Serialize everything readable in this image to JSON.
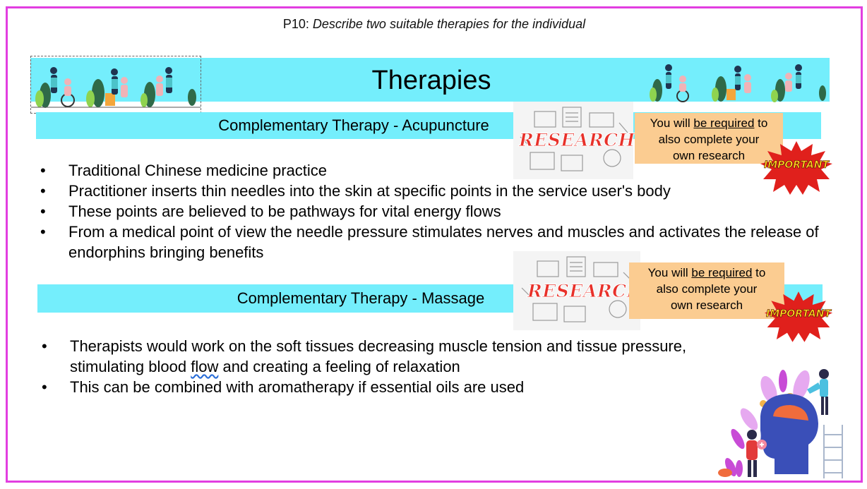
{
  "header": {
    "prefix": "P10: ",
    "question": "Describe two suitable therapies for the individual"
  },
  "title": "Therapies",
  "acupuncture": {
    "heading": "Complementary Therapy - Acupuncture",
    "bullets": [
      "Traditional Chinese medicine practice",
      "Practitioner inserts thin needles into the skin at specific points in the service user's body",
      "These points are believed to be pathways for vital energy flows",
      "From a medical point of view the needle pressure stimulates nerves and muscles and activates the release of endorphins bringing benefits"
    ]
  },
  "massage": {
    "heading": "Complementary Therapy - Massage",
    "bullet1_before": "Therapists would work on the soft tissues decreasing muscle tension and tissue pressure, stimulating blood ",
    "bullet1_flow": "flow",
    "bullet1_after": " and creating a feeling of relaxation",
    "bullet2": "This can be combined with aromatherapy if essential oils are used"
  },
  "note": {
    "line1_a": "You will ",
    "line1_b": "be required",
    "line1_c": " to",
    "line2": "also complete your",
    "line3": "own research"
  },
  "badges": {
    "research": "RESEARCH",
    "important": "IMPORTANT"
  },
  "colors": {
    "frame": "#e23ee0",
    "banner": "#74eefc",
    "note": "#fbcc91",
    "research_red": "#e8312a",
    "important_red": "#e0201c",
    "important_yellow": "#ffd21f"
  }
}
